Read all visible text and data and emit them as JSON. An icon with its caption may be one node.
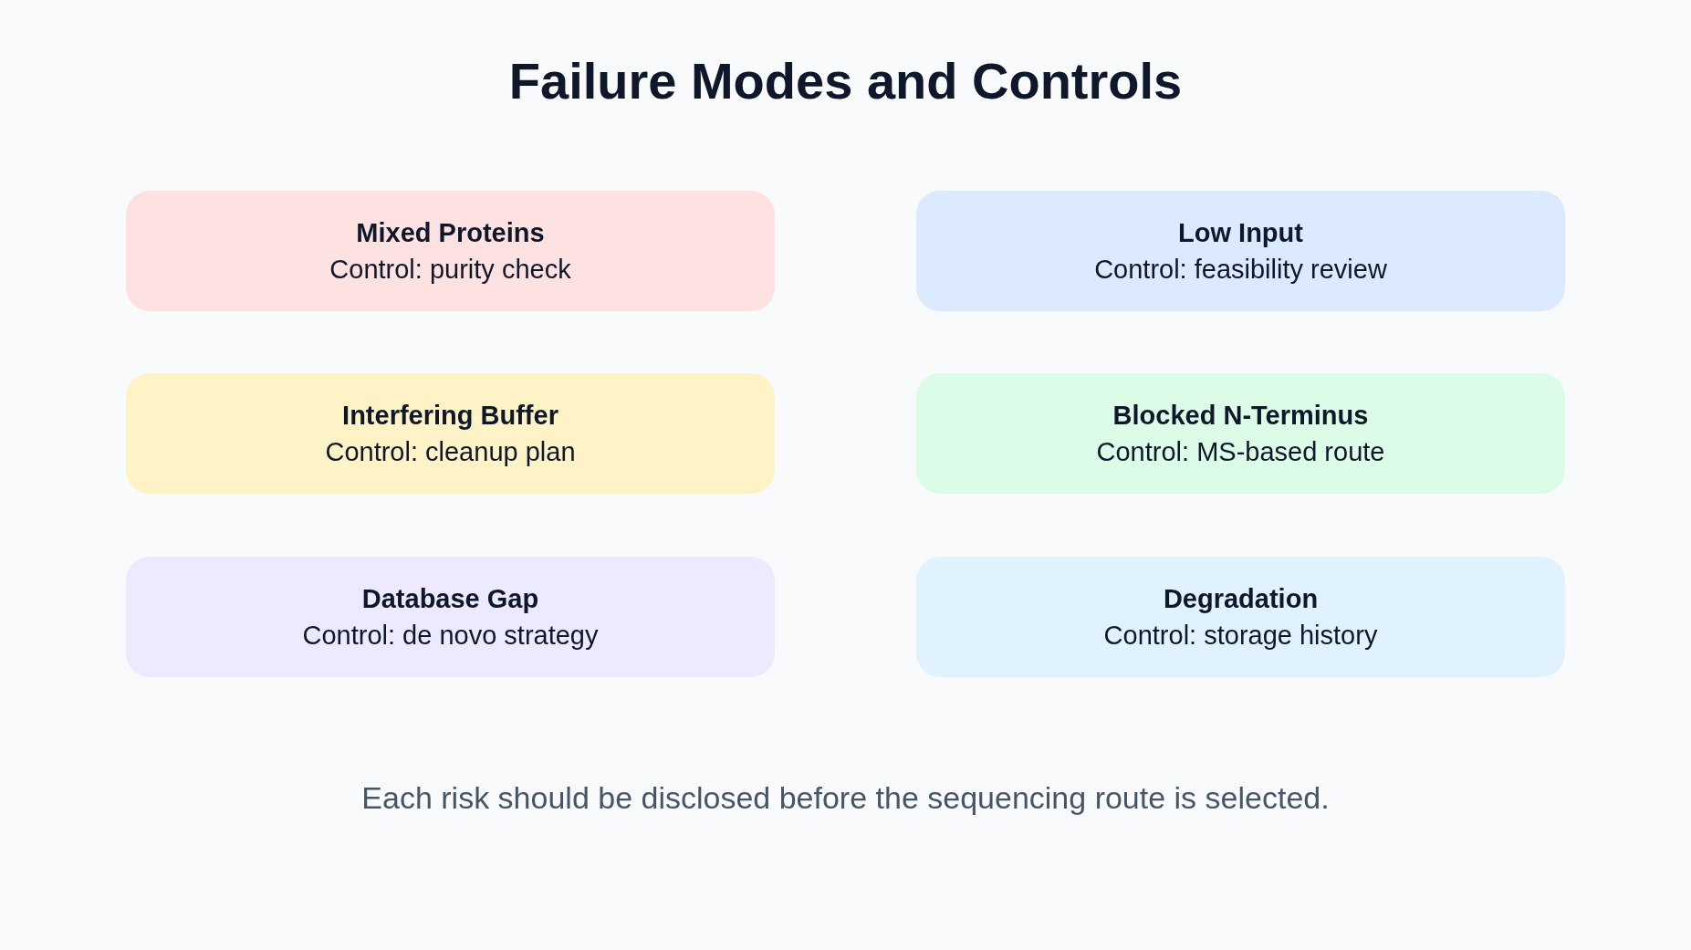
{
  "diagram": {
    "title": "Failure Modes and Controls",
    "caption": "Each risk should be disclosed before the sequencing route is selected.",
    "nodes": [
      {
        "text": [
          "Mixed Proteins",
          "Control: purity check"
        ]
      },
      {
        "text": [
          "Low Input",
          "Control: feasibility review"
        ]
      },
      {
        "text": [
          "Interfering Buffer",
          "Control: cleanup plan"
        ]
      },
      {
        "text": [
          "Blocked N-Terminus",
          "Control: MS-based route"
        ]
      },
      {
        "text": [
          "Database Gap",
          "Control: de novo strategy"
        ]
      },
      {
        "text": [
          "Degradation",
          "Control: storage history"
        ]
      }
    ]
  }
}
